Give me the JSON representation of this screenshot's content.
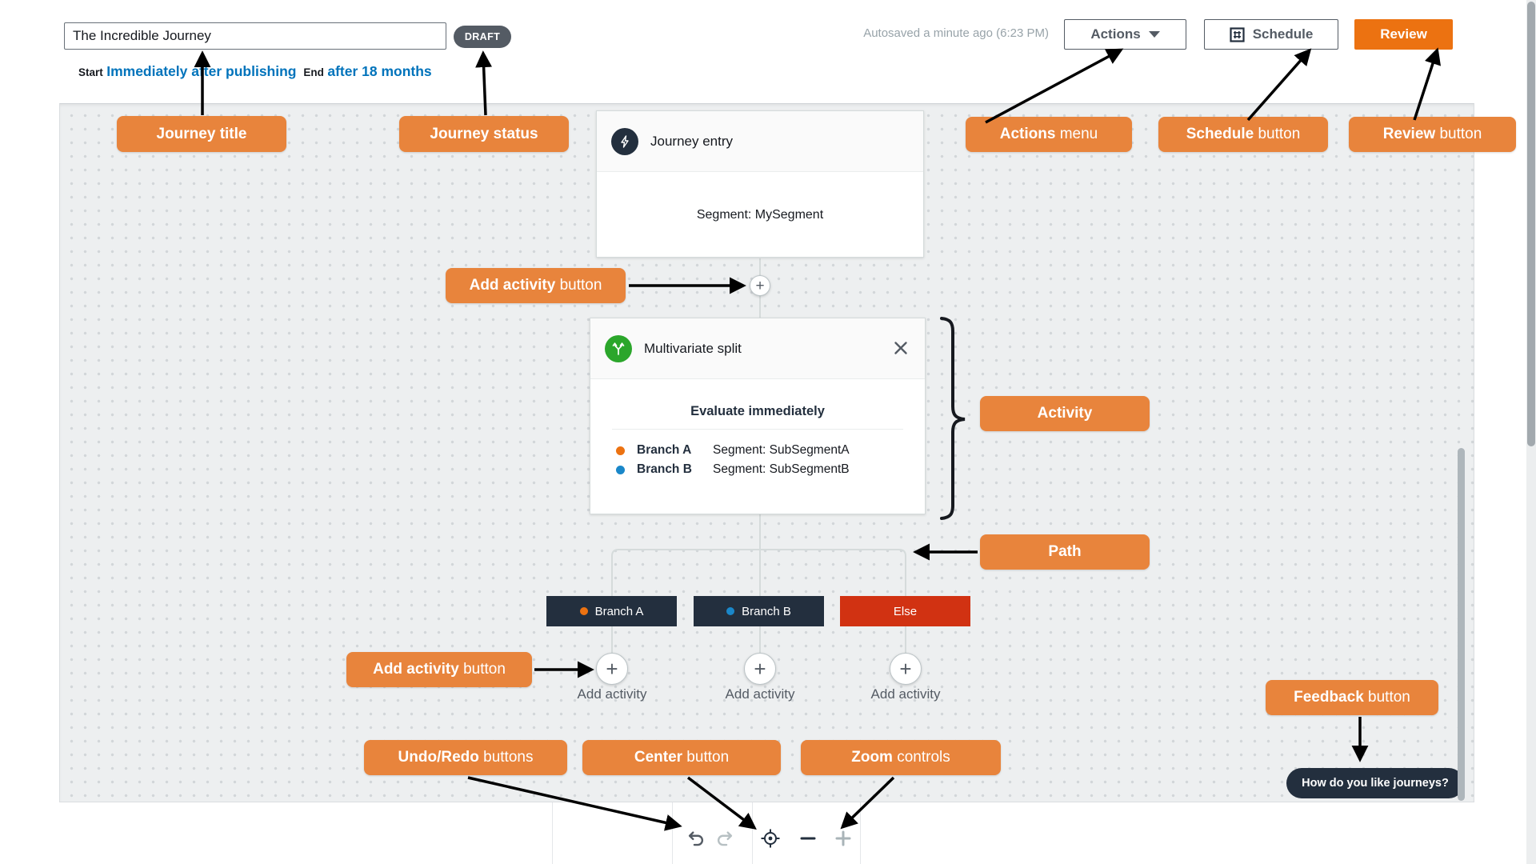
{
  "header": {
    "journey_title_value": "The Incredible Journey",
    "status_badge": "DRAFT",
    "start_label": "Start",
    "start_value": "Immediately after publishing",
    "end_label": "End",
    "end_value": "after 18 months",
    "autosave_text": "Autosaved a minute ago (6:23 PM)",
    "actions_button": "Actions",
    "schedule_button": "Schedule",
    "review_button": "Review"
  },
  "canvas": {
    "entry_card": {
      "icon": "lightning-bolt-icon",
      "title": "Journey entry",
      "body": "Segment: MySegment"
    },
    "split_card": {
      "icon": "branch-split-icon",
      "title": "Multivariate split",
      "close_icon": "close-x-icon",
      "evaluate_text": "Evaluate immediately",
      "branches": [
        {
          "name": "Branch A",
          "segment": "Segment: SubSegmentA",
          "dot_color": "#EC7211"
        },
        {
          "name": "Branch B",
          "segment": "Segment: SubSegmentB",
          "dot_color": "#1A87C9"
        }
      ]
    },
    "branch_labels": [
      {
        "label": "Branch A",
        "dot_color": "#EC7211",
        "bg": "#232F3E"
      },
      {
        "label": "Branch B",
        "dot_color": "#1A87C9",
        "bg": "#232F3E"
      },
      {
        "label": "Else",
        "bg": "#D13212"
      }
    ],
    "add_activity_label": "Add activity",
    "feedback_pill": "How do you like journeys?"
  },
  "toolbar": {
    "undo_icon": "undo-arrow",
    "redo_icon": "redo-arrow",
    "center_icon": "crosshair",
    "zoom_out_icon": "minus",
    "zoom_in_icon": "plus"
  },
  "callouts": {
    "journey_title": {
      "bold": "Journey title",
      "rest": ""
    },
    "journey_status": {
      "bold": "Journey status",
      "rest": ""
    },
    "actions_menu": {
      "bold": "Actions",
      "rest": " menu"
    },
    "schedule_button": {
      "bold": "Schedule",
      "rest": " button"
    },
    "review_button": {
      "bold": "Review",
      "rest": " button"
    },
    "add_activity_top": {
      "bold": "Add activity",
      "rest": " button"
    },
    "activity": {
      "bold": "Activity",
      "rest": ""
    },
    "path": {
      "bold": "Path",
      "rest": ""
    },
    "add_activity_bottom": {
      "bold": "Add activity",
      "rest": " button"
    },
    "feedback_button": {
      "bold": "Feedback",
      "rest": " button"
    },
    "undo_redo": {
      "bold": "Undo/Redo",
      "rest": " buttons"
    },
    "center_button": {
      "bold": "Center",
      "rest": " button"
    },
    "zoom_controls": {
      "bold": "Zoom",
      "rest": " controls"
    }
  },
  "colors": {
    "callout_orange": "#E8843C",
    "review_orange": "#EC7211",
    "link_blue": "#0073BB",
    "squid_ink": "#232F3E",
    "else_red": "#D13212",
    "badge_gray": "#545B64",
    "split_green": "#2BA62B"
  }
}
